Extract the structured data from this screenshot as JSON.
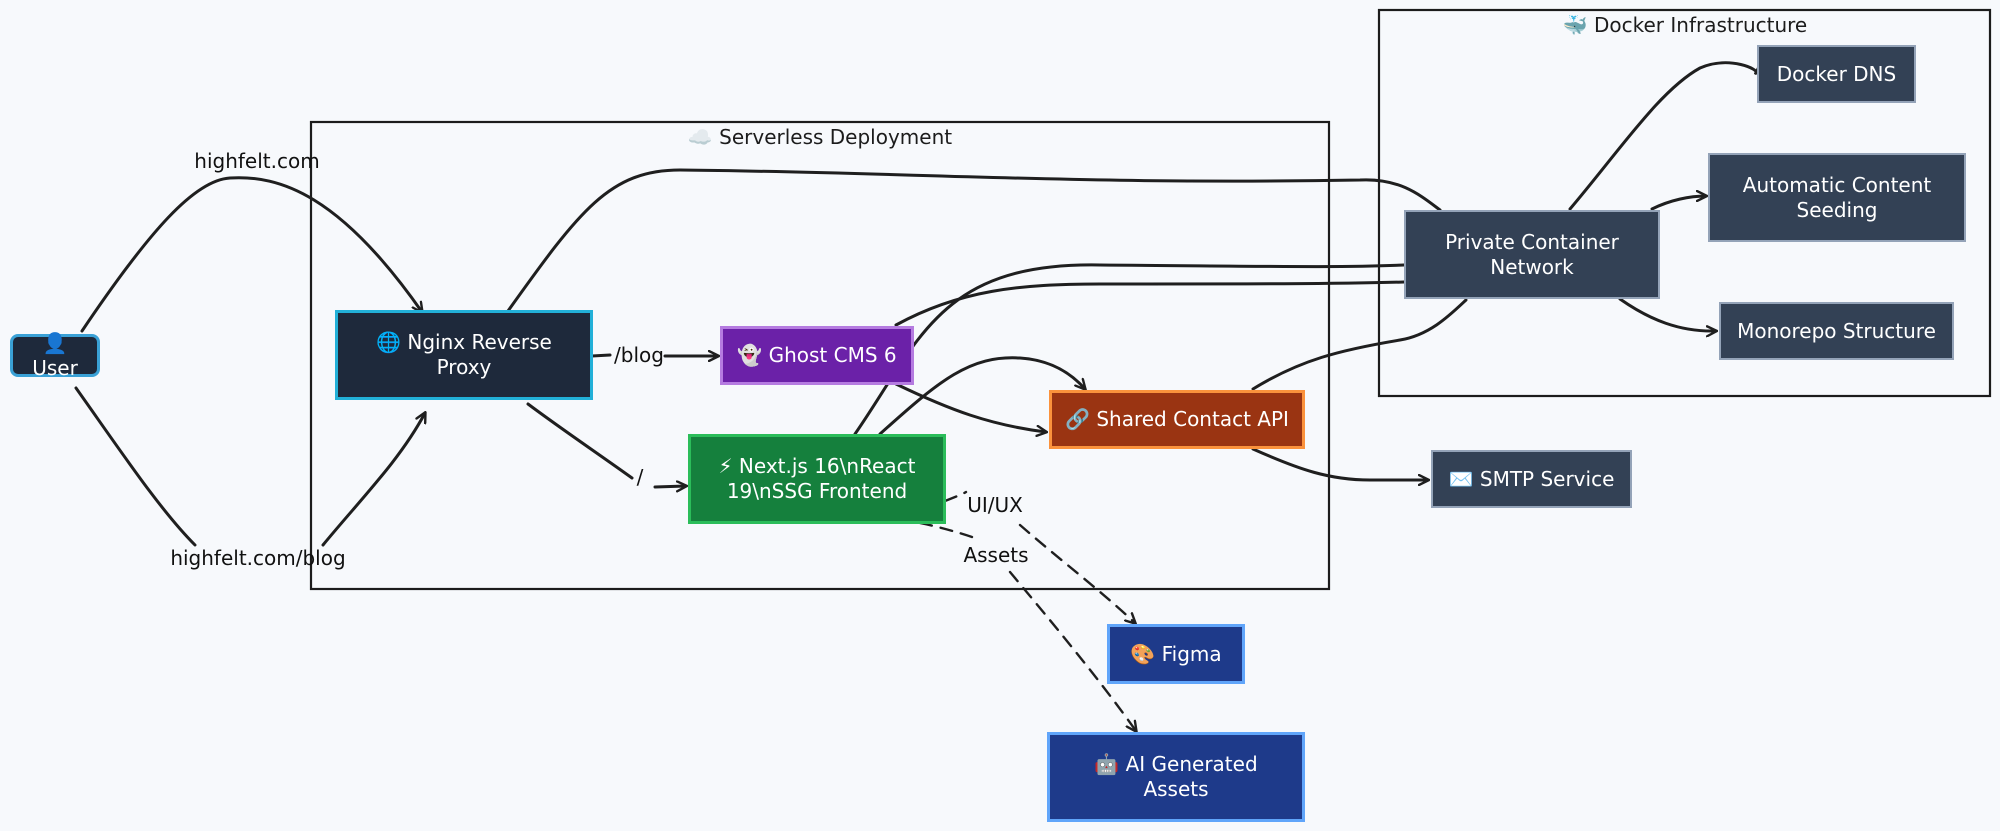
{
  "colors": {
    "background": "#f7f9fc",
    "user": "#1e293b",
    "nginx": "#1e293b",
    "ghost": "#6b21a8",
    "nextjs": "#15803d",
    "contact_api": "#9a3412",
    "infra_node": "#334155",
    "design_node": "#1e3a8a"
  },
  "groups": {
    "serverless": {
      "title": "☁️ Serverless Deployment"
    },
    "docker": {
      "title": "🐳 Docker Infrastructure"
    }
  },
  "nodes": {
    "user": "👤 User",
    "nginx": "🌐 Nginx Reverse Proxy",
    "ghost": "👻 Ghost CMS 6",
    "nextjs": "⚡ Next.js 16\\nReact 19\\nSSG Frontend",
    "contact_api": "🔗 Shared Contact API",
    "smtp": "✉️ SMTP Service",
    "private_network": "Private Container Network",
    "docker_dns": "Docker DNS",
    "content_seeding": "Automatic Content Seeding",
    "monorepo": "Monorepo Structure",
    "figma": "🎨 Figma",
    "ai_assets": "🤖 AI Generated Assets"
  },
  "edge_labels": {
    "highfelt": "highfelt.com",
    "highfelt_blog": "highfelt.com/blog",
    "blog_path": "/blog",
    "root_path": "/",
    "uiux": "UI/UX",
    "assets": "Assets"
  }
}
